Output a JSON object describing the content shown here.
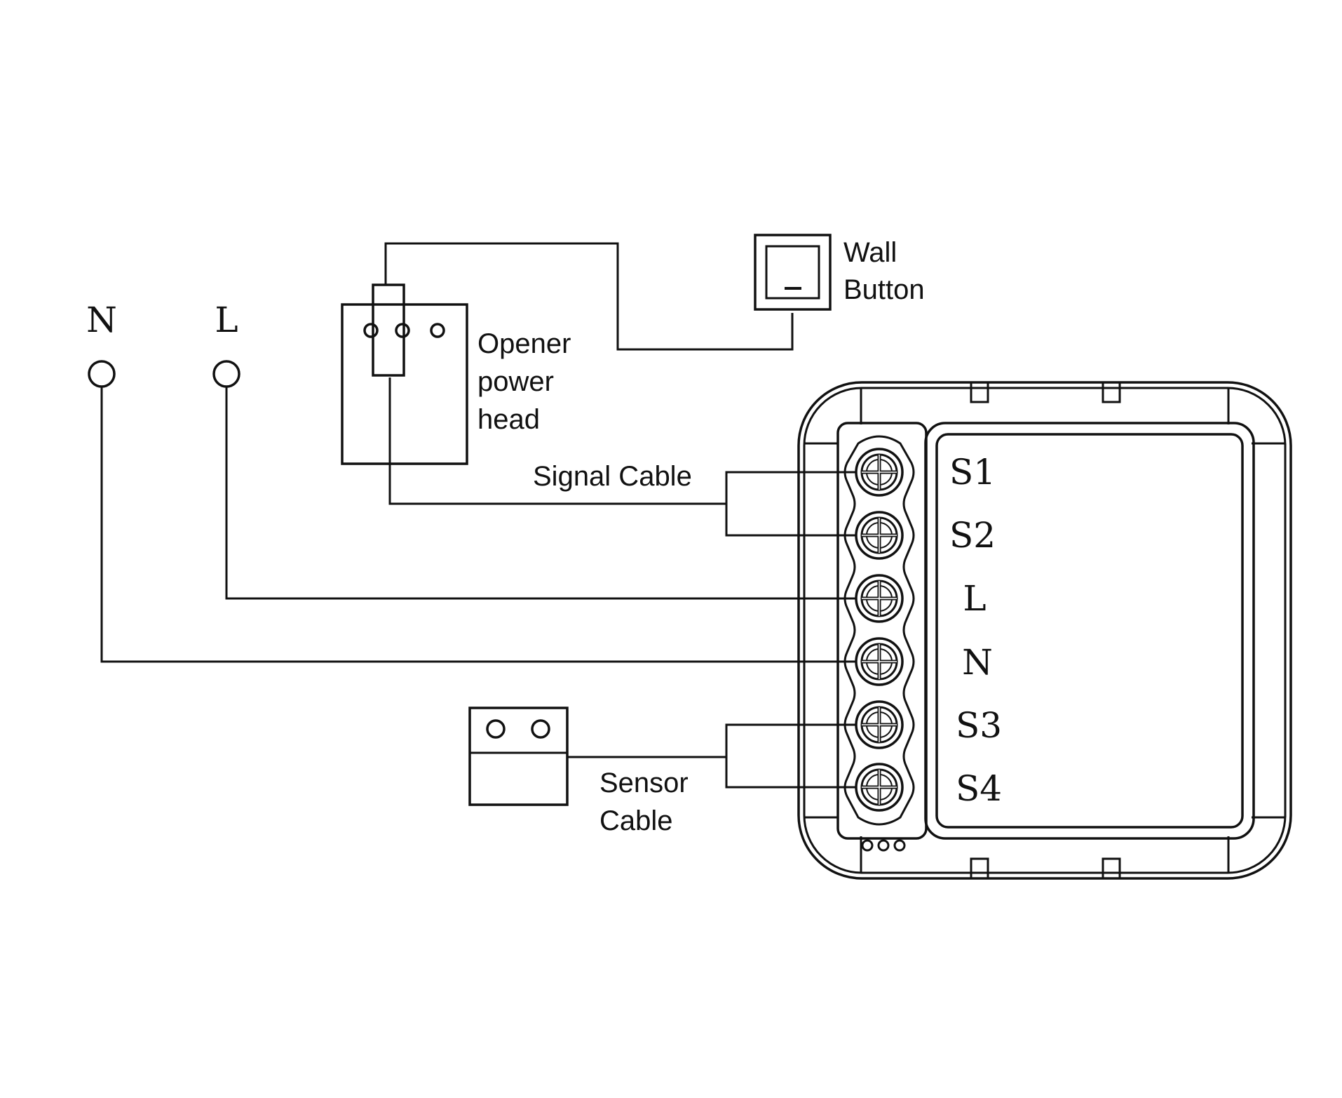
{
  "supply": {
    "neutral_label": "N",
    "live_label": "L"
  },
  "wall_button": {
    "label_line1": "Wall",
    "label_line2": "Button"
  },
  "opener": {
    "label_line1": "Opener",
    "label_line2": "power",
    "label_line3": "head"
  },
  "cables": {
    "signal": "Signal Cable",
    "sensor_line1": "Sensor",
    "sensor_line2": "Cable"
  },
  "module": {
    "terminals": [
      "S1",
      "S2",
      "L",
      "N",
      "S3",
      "S4"
    ]
  },
  "colors": {
    "line": "#111111",
    "background": "#ffffff"
  }
}
